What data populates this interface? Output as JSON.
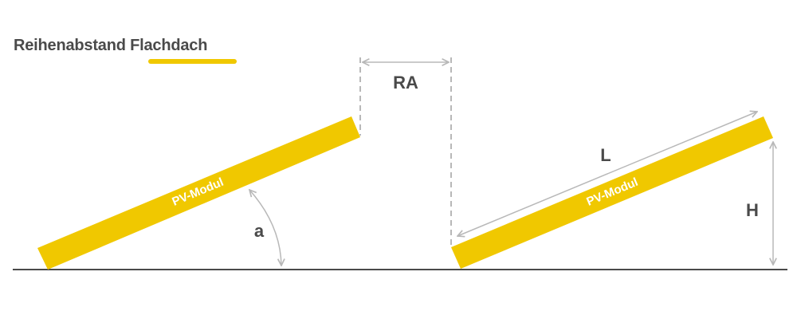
{
  "title": {
    "text": "Reihenabstand Flachdach",
    "underline_color": "#f0c800"
  },
  "left_module": {
    "label": "PV-Modul"
  },
  "right_module": {
    "label": "PV-Modul"
  },
  "dimensions": {
    "row_spacing": "RA",
    "angle": "a",
    "length": "L",
    "height": "H"
  },
  "colors": {
    "module": "#f0c800",
    "ground": "#4a4a4a",
    "dimension": "#b8b8b8",
    "text": "#4a4a4a"
  }
}
